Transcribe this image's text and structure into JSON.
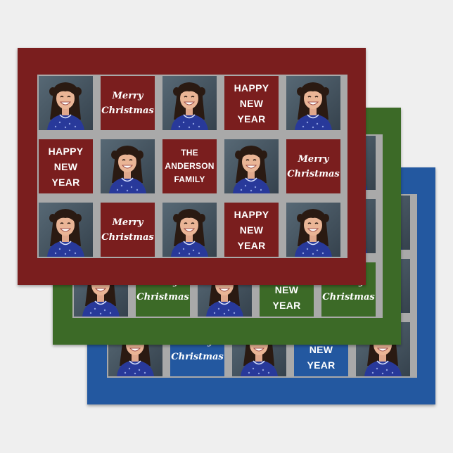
{
  "colors": {
    "red": "#7a1e1e",
    "green": "#3c6a27",
    "blue": "#2358a0",
    "frame": "#a9a9a9",
    "tile_text": "#ffffff"
  },
  "tiles": {
    "merry_christmas": "Merry\nChristmas",
    "happy_new_year": "HAPPY\nNEW\nYEAR",
    "family_name": "THE\nANDERSON\nFAMILY"
  },
  "photo_icon": "child-portrait-photo"
}
